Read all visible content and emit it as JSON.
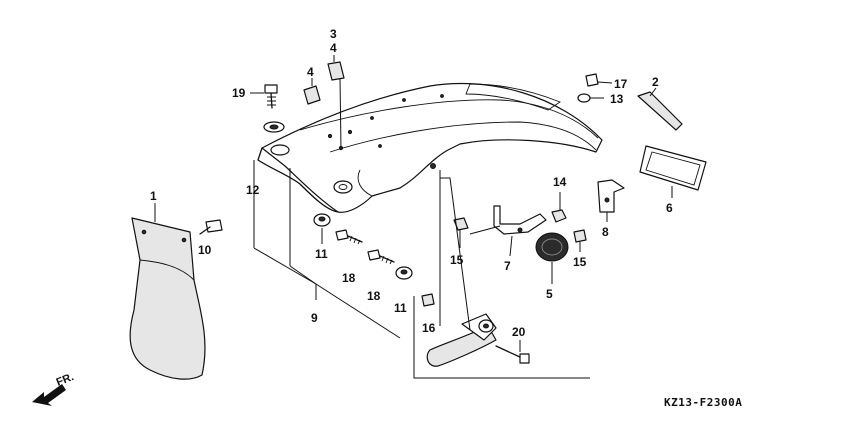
{
  "labels": [
    {
      "id": "1",
      "text": "1"
    },
    {
      "id": "2",
      "text": "2"
    },
    {
      "id": "3",
      "text": "3"
    },
    {
      "id": "4a",
      "text": "4"
    },
    {
      "id": "4b",
      "text": "4"
    },
    {
      "id": "5",
      "text": "5"
    },
    {
      "id": "6",
      "text": "6"
    },
    {
      "id": "7",
      "text": "7"
    },
    {
      "id": "8",
      "text": "8"
    },
    {
      "id": "9",
      "text": "9"
    },
    {
      "id": "10",
      "text": "10"
    },
    {
      "id": "11a",
      "text": "11"
    },
    {
      "id": "11b",
      "text": "11"
    },
    {
      "id": "12",
      "text": "12"
    },
    {
      "id": "13",
      "text": "13"
    },
    {
      "id": "14",
      "text": "14"
    },
    {
      "id": "15a",
      "text": "15"
    },
    {
      "id": "15b",
      "text": "15"
    },
    {
      "id": "16",
      "text": "16"
    },
    {
      "id": "17",
      "text": "17"
    },
    {
      "id": "18a",
      "text": "18"
    },
    {
      "id": "18b",
      "text": "18"
    },
    {
      "id": "19",
      "text": "19"
    },
    {
      "id": "20",
      "text": "20"
    }
  ],
  "direction_label": "FR.",
  "diagram_code": "KZ13-F2300A"
}
